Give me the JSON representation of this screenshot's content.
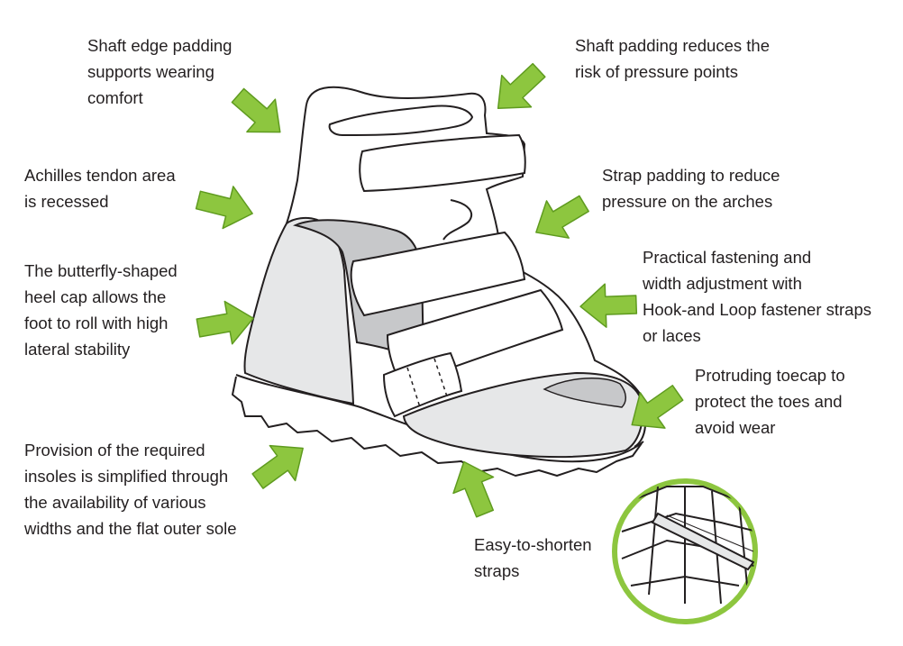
{
  "colors": {
    "arrow_fill": "#8dc63f",
    "arrow_stroke": "#5f9b1f",
    "outline": "#231f20",
    "panel_grey": "#e6e7e8",
    "panel_dark": "#c7c8ca",
    "text": "#231f20"
  },
  "callouts": [
    {
      "id": "shaft-edge-padding",
      "lines": [
        "Shaft edge padding",
        "supports wearing",
        "comfort"
      ]
    },
    {
      "id": "shaft-padding",
      "lines": [
        "Shaft padding reduces the",
        "risk of pressure points"
      ]
    },
    {
      "id": "achilles-tendon",
      "lines": [
        "Achilles tendon area",
        "is recessed"
      ]
    },
    {
      "id": "strap-padding",
      "lines": [
        "Strap padding to reduce",
        "pressure on the arches"
      ]
    },
    {
      "id": "butterfly-heel-cap",
      "lines": [
        "The butterfly-shaped",
        "heel cap allows the",
        "foot to roll with high",
        "lateral stability"
      ]
    },
    {
      "id": "practical-fastening",
      "lines": [
        "Practical fastening and",
        "width adjustment with",
        "Hook-and Loop fastener straps",
        "or laces"
      ]
    },
    {
      "id": "protruding-toecap",
      "lines": [
        "Protruding toecap to",
        "protect the toes and",
        "avoid wear"
      ]
    },
    {
      "id": "insoles-provision",
      "lines": [
        "Provision of the required",
        "insoles is simplified through",
        "the availability of various",
        "widths and the flat outer sole"
      ]
    },
    {
      "id": "easy-to-shorten",
      "lines": [
        "Easy-to-shorten",
        "straps"
      ]
    }
  ]
}
